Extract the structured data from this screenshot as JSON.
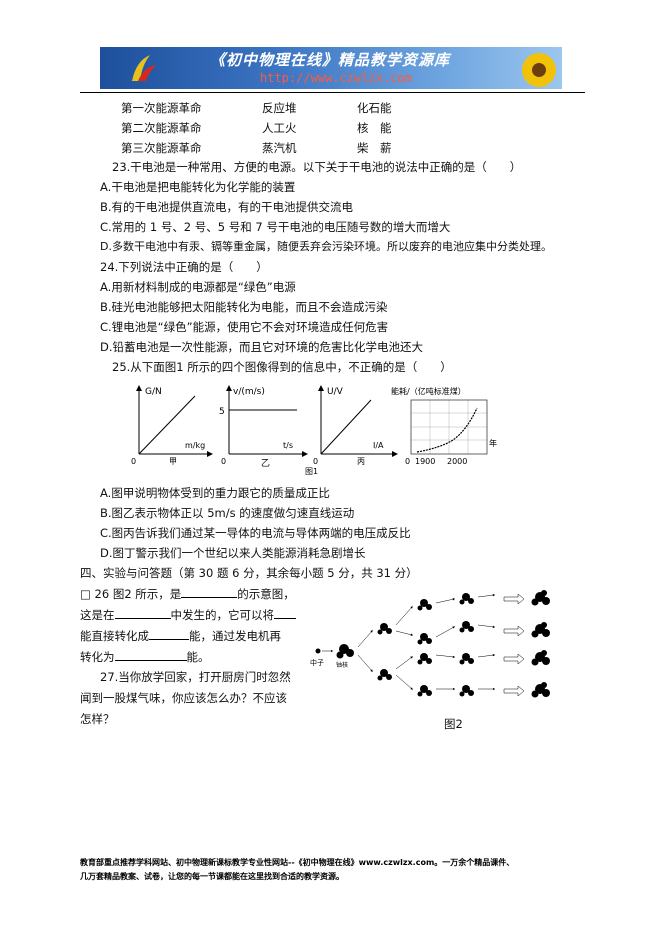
{
  "header": {
    "site_title": "《初中物理在线》精品教学资源库",
    "url": "http://www.czwlzx.com"
  },
  "energy_table": [
    {
      "revolution": "第一次能源革命",
      "tool": "反应堆",
      "energy": "化石能"
    },
    {
      "revolution": "第二次能源革命",
      "tool": "人工火",
      "energy": "核　能"
    },
    {
      "revolution": "第三次能源革命",
      "tool": "蒸汽机",
      "energy": "柴　薪"
    }
  ],
  "q23": {
    "stem": "23.干电池是一种常用、方便的电源。以下关于干电池的说法中正确的是（　　）",
    "options": [
      "A.干电池是把电能转化为化学能的装置",
      "B.有的干电池提供直流电，有的干电池提供交流电",
      "C.常用的 1 号、2 号、5 号和 7 号干电池的电压随号数的增大而增大",
      "D.多数干电池中有汞、镉等重金属，随便丢弃会污染环境。所以废弃的电池应集中分类处理。"
    ]
  },
  "q24": {
    "stem": "24.下列说法中正确的是（　　）",
    "options": [
      "A.用新材料制成的电源都是“绿色”电源",
      "B.硅光电池能够把太阳能转化为电能，而且不会造成污染",
      "C.锂电池是“绿色”能源，使用它不会对环境造成任何危害",
      "D.铅蓄电池是一次性能源，而且它对环境的危害比化学电池还大"
    ]
  },
  "q25": {
    "stem": "25.从下面图1 所示的四个图像得到的信息中，不正确的是（　　）",
    "options": [
      "A.图甲说明物体受到的重力跟它的质量成正比",
      "B.图乙表示物体正以 5m/s 的速度做匀速直线运动",
      "C.图丙告诉我们通过某一导体的电流与导体两端的电压成反比",
      "D.图丁警示我们一个世纪以来人类能源消耗急剧增长"
    ]
  },
  "figure1": {
    "caption": "图1",
    "graphs": [
      {
        "ylabel": "G/N",
        "xlabel": "m/kg",
        "name": "甲"
      },
      {
        "ylabel": "v/(m/s)",
        "xlabel": "t/s",
        "name": "乙",
        "yvalue": "5"
      },
      {
        "ylabel": "U/V",
        "xlabel": "I/A",
        "name": "丙"
      },
      {
        "ylabel": "能耗/（亿吨标准煤）",
        "xlabel": "年",
        "ticks": [
          "1900",
          "2000"
        ]
      }
    ],
    "origin": "0"
  },
  "section4": {
    "title": "四、实验与问答题（第 30 题 6 分，其余每小题 5 分，共 31 分）"
  },
  "q26": {
    "lines": [
      "26 图2 所示，是",
      "的示意图，",
      "这是在",
      "中发生的，它可以将",
      "能直接转化成",
      "能，通过发电机再",
      "转化为",
      "能。"
    ],
    "marker": "□"
  },
  "figure2": {
    "caption": "图2",
    "neutron_label": "中子",
    "nucleus_label": "铀核"
  },
  "q27": {
    "lines": [
      "27.当你放学回家，打开厨房门时忽然",
      "闻到一股煤气味，你应该怎么办？不应该",
      "怎样？"
    ]
  },
  "footer": {
    "line1": "教育部重点推荐学科网站、初中物理新课标教学专业性网站--《初中物理在线》www.czwlzx.com。一万余个精品课件、",
    "line2": "几万套精品教案、试卷，让您的每一节课都能在这里找到合适的教学资源。"
  }
}
